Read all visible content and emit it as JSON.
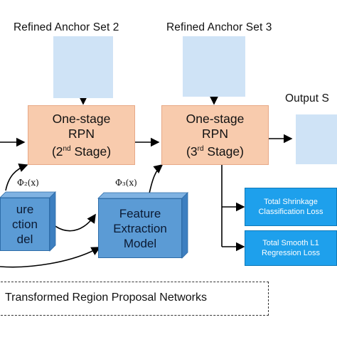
{
  "labels": {
    "anchor_set_2": "Refined Anchor Set 2",
    "anchor_set_3": "Refined Anchor Set 3",
    "output": "Output S"
  },
  "rpn2": {
    "line1": "One-stage",
    "line2": "RPN",
    "stage_num": "2",
    "stage_sup": "nd",
    "stage_word": "Stage"
  },
  "rpn3": {
    "line1": "One-stage",
    "line2": "RPN",
    "stage_num": "3",
    "stage_sup": "rd",
    "stage_word": "Stage"
  },
  "phi2": "Φ₂(x)",
  "phi3": "Φ₃(x)",
  "fem_partial": {
    "line1": "ure",
    "line2": "ction",
    "line3": "del"
  },
  "fem": {
    "line1": "Feature",
    "line2": "Extraction",
    "line3": "Model"
  },
  "loss1": {
    "line1": "Total Shrinkage",
    "line2": "Classification Loss"
  },
  "loss2": {
    "line1": "Total Smooth L1",
    "line2": "Regression Loss"
  },
  "footer": "Transformed Region Proposal Networks",
  "colors": {
    "rpn_fill": "#f8cbad",
    "fem_fill": "#5b9bd5",
    "loss_fill": "#1ea0ec",
    "image_bg": "#cfe3f6",
    "anchor_dot": "#e8833a"
  }
}
